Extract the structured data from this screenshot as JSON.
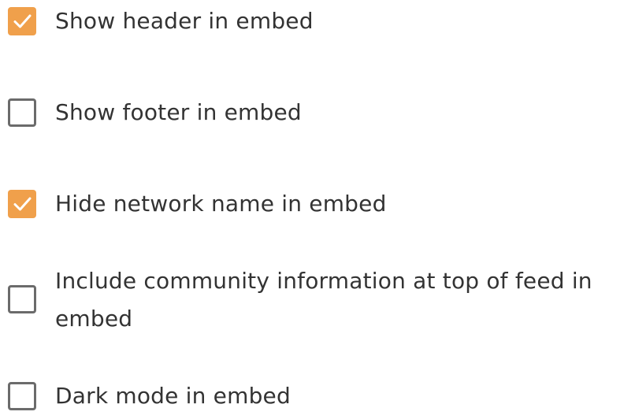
{
  "accent_color": "#f0a04b",
  "options": [
    {
      "label": "Show header in embed",
      "checked": true
    },
    {
      "label": "Show footer in embed",
      "checked": false
    },
    {
      "label": "Hide network name in embed",
      "checked": true
    },
    {
      "label": "Include community information at top of feed in embed",
      "checked": false
    },
    {
      "label": "Dark mode in embed",
      "checked": false
    }
  ]
}
